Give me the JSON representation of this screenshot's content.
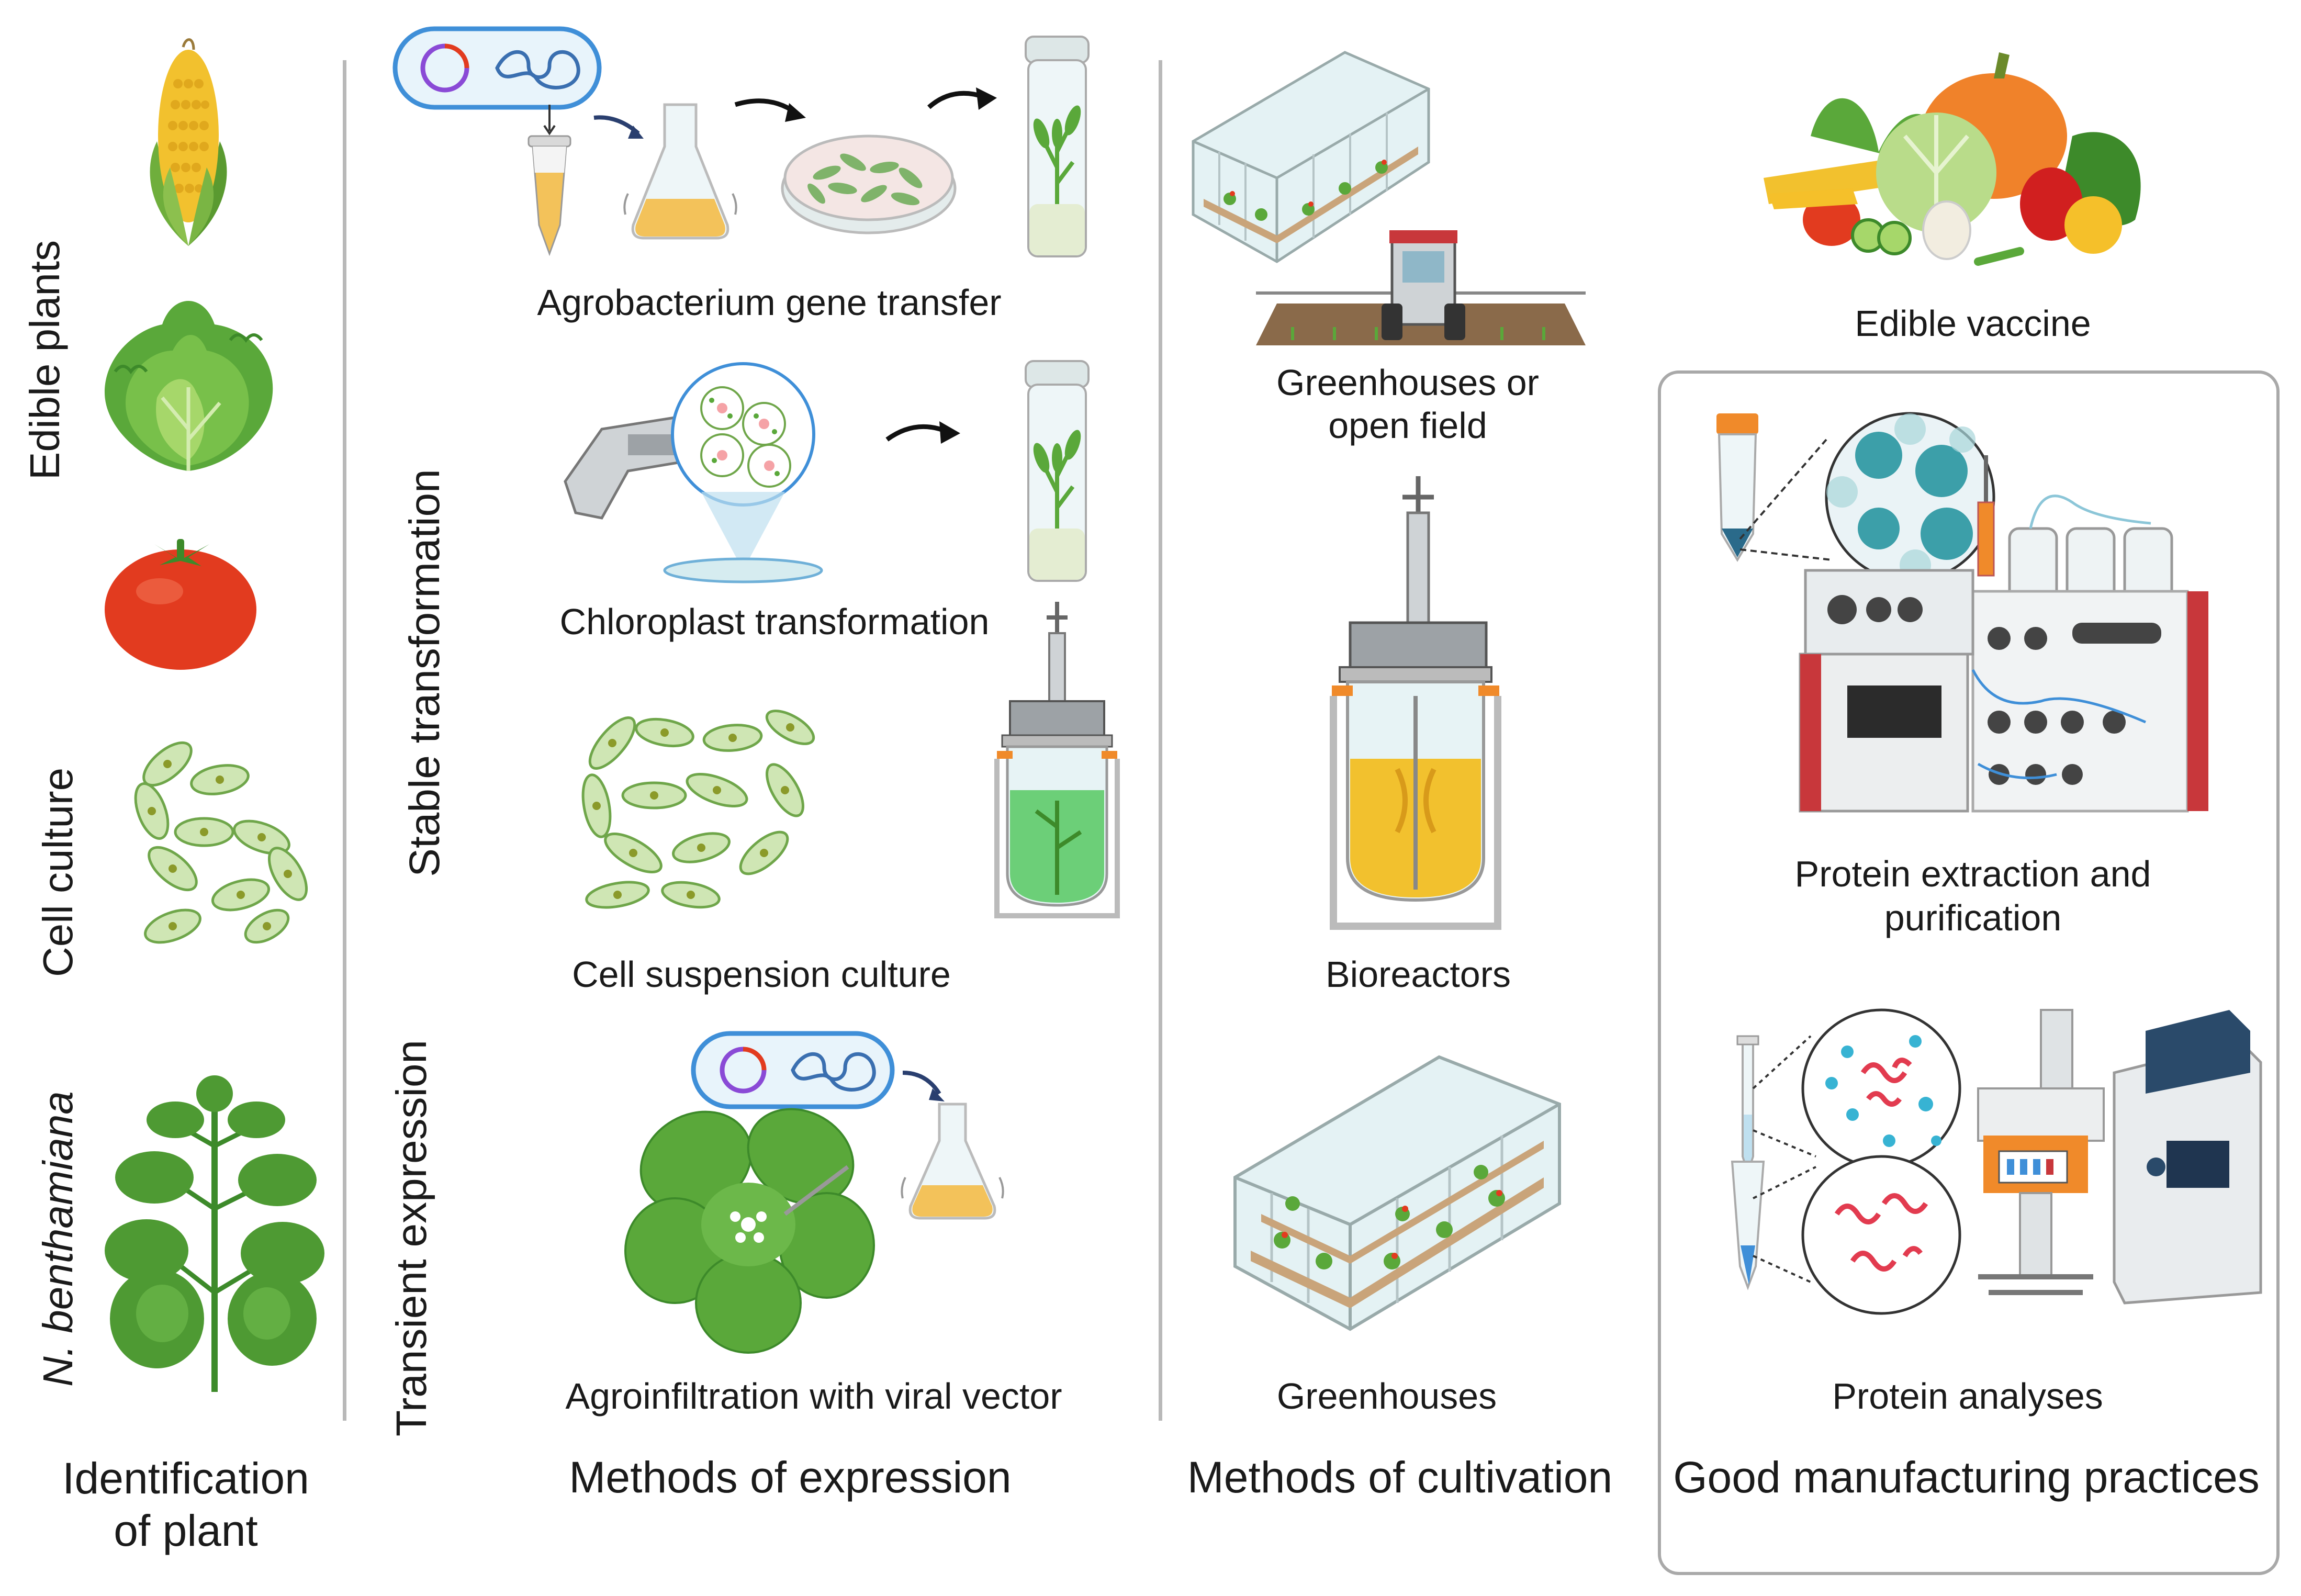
{
  "columns": {
    "identification": "Identification\nof plant",
    "expression": "Methods of expression",
    "cultivation": "Methods of cultivation",
    "gmp": "Good manufacturing practices"
  },
  "plants": {
    "edible_plants": "Edible plants",
    "cell_culture": "Cell culture",
    "n_benthamiana": "N. benthamiana"
  },
  "expression": {
    "stable": "Stable transformation",
    "transient": "Transient expression",
    "agrobacterium": "Agrobacterium gene transfer",
    "chloroplast": "Chloroplast transformation",
    "cell_suspension": "Cell suspension culture",
    "agroinfiltration": "Agroinfiltration with viral vector"
  },
  "cultivation": {
    "greenhouses_open": "Greenhouses or\nopen field",
    "bioreactors": "Bioreactors",
    "greenhouses": "Greenhouses"
  },
  "gmp": {
    "edible_vaccine": "Edible vaccine",
    "protein_extraction": "Protein extraction and\npurification",
    "protein_analyses": "Protein analyses"
  },
  "colors": {
    "divider": "#b9b9b9",
    "leaf_green": "#5aa83a",
    "corn_yellow": "#f2c12e",
    "tomato_red": "#e23b1f",
    "cell_green": "#cfe6b4",
    "glass_blue": "#d6ecf0",
    "medium_yellow": "#f3c25a",
    "protein_teal": "#3c9fa9",
    "instrument_red": "#c8373b"
  },
  "icons": [
    "corn-icon",
    "lettuce-icon",
    "tomato-icon",
    "cell-culture-icon",
    "benthamiana-plant-icon",
    "plasmid-capsule-icon",
    "tube-icon",
    "flask-icon",
    "petri-dish-icon",
    "culture-tube-icon",
    "gene-gun-icon",
    "bioreactor-icon",
    "greenhouse-icon",
    "tractor-icon",
    "vegetables-icon",
    "chromatography-system-icon",
    "mass-spectrometer-icon"
  ]
}
